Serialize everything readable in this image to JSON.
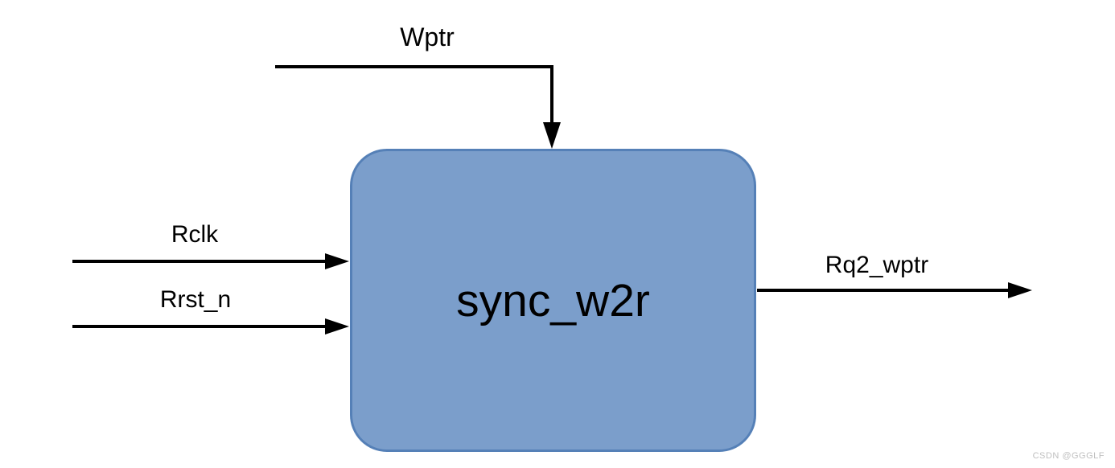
{
  "diagram": {
    "block": {
      "label": "sync_w2r"
    },
    "inputs": [
      {
        "label": "Wptr",
        "side": "top"
      },
      {
        "label": "Rclk",
        "side": "left"
      },
      {
        "label": "Rrst_n",
        "side": "left"
      }
    ],
    "output": {
      "label": "Rq2_wptr",
      "side": "right"
    }
  },
  "watermark": "CSDN @GGGLF",
  "colors": {
    "block_fill": "#7B9ECB",
    "block_border": "#5580B7",
    "line": "#000000",
    "label_text": "#000000",
    "watermark": "#BFBFBF",
    "background": "#FFFFFF"
  }
}
